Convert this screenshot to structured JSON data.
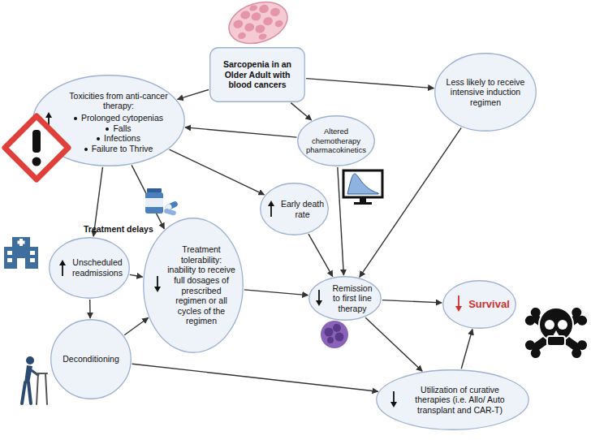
{
  "diagram": {
    "nodes": [
      {
        "text": [
          "Sarcopenia in an Older Adult with blood cancers"
        ]
      },
      {
        "text": [
          "Toxicities from anti-cancer therapy:",
          "Prolonged cytopenias",
          "Falls",
          "Infections",
          "Failure to Thrive"
        ]
      },
      {
        "text": [
          "Less likely to receive intensive induction regimen"
        ]
      },
      {
        "text": [
          "Altered chemotherapy pharmacokinetics"
        ]
      },
      {
        "text": [
          "Early death rate"
        ]
      },
      {
        "text": [
          "Unscheduled readmissions"
        ]
      },
      {
        "text": [
          "Treatment tolerability: inability to receive full dosages of prescribed regimen or all cycles of the regimen"
        ]
      },
      {
        "text": [
          "Remission to first line therapy"
        ]
      },
      {
        "text": [
          "Survival"
        ]
      },
      {
        "text": [
          "Deconditioning"
        ]
      },
      {
        "text": [
          "Utilization of curative therapies (i.e. Allo/ Auto transplant and CAR-T)"
        ]
      }
    ],
    "edges": [
      {
        "from": 0,
        "to": 1,
        "arrow": "to"
      },
      {
        "from": 0,
        "to": 3,
        "arrow": "to"
      },
      {
        "from": 0,
        "to": 2,
        "arrow": "to"
      },
      {
        "from": 3,
        "to": 1,
        "arrow": "to"
      },
      {
        "from": 1,
        "to": 5,
        "arrow": "to"
      },
      {
        "from": 1,
        "to": 6,
        "arrow": "to"
      },
      {
        "from": 1,
        "to": 4,
        "arrow": "to"
      },
      {
        "from": 5,
        "to": 6,
        "label": "Treatment delays",
        "arrow": "to"
      },
      {
        "from": 5,
        "to": 9,
        "arrow": "to"
      },
      {
        "from": 9,
        "to": 6,
        "arrow": "to"
      },
      {
        "from": 9,
        "to": 10,
        "arrow": "to"
      },
      {
        "from": 6,
        "to": 7,
        "arrow": "to"
      },
      {
        "from": 4,
        "to": 7,
        "arrow": "to"
      },
      {
        "from": 3,
        "to": 7,
        "arrow": "to"
      },
      {
        "from": 2,
        "to": 7,
        "arrow": "to"
      },
      {
        "from": 7,
        "to": 8,
        "arrow": "to"
      },
      {
        "from": 7,
        "to": 10,
        "arrow": "to"
      },
      {
        "from": 10,
        "to": 8,
        "arrow": "to"
      }
    ]
  }
}
